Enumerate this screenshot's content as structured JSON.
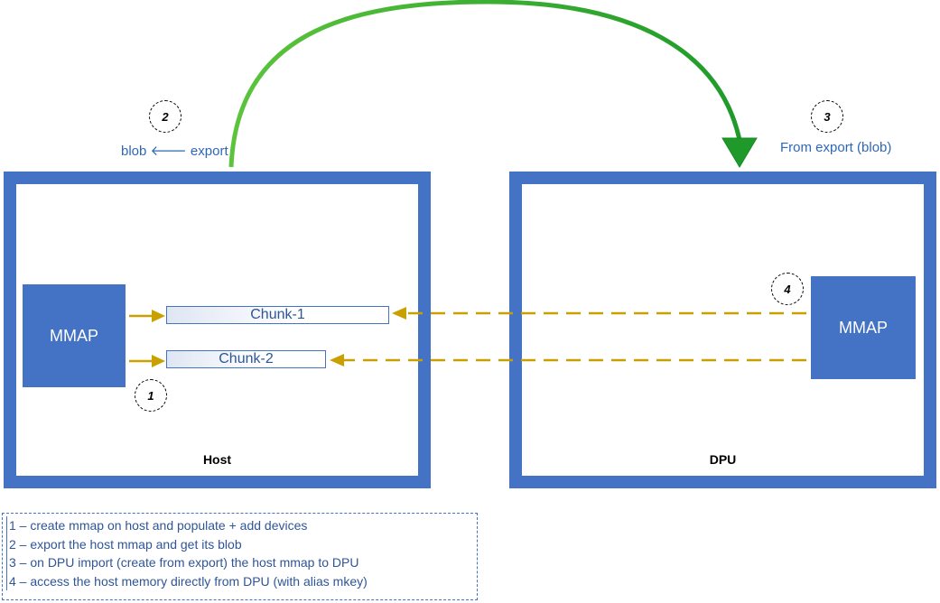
{
  "host": {
    "label": "Host",
    "mmap_label": "MMAP"
  },
  "dpu": {
    "label": "DPU",
    "mmap_label": "MMAP"
  },
  "chunks": [
    "Chunk-1",
    "Chunk-2"
  ],
  "steps": {
    "one": "1",
    "two": "2",
    "three": "3",
    "four": "4"
  },
  "captions": {
    "blob_export": "blob 🡐 export",
    "from_export": "From export (blob)"
  },
  "legend": [
    "1 – create mmap on host and populate + add devices",
    "2 – export the host mmap and get its blob",
    "3 – on DPU import (create from export) the host mmap to DPU",
    "4 – access the host memory directly from DPU (with alias mkey)"
  ],
  "colors": {
    "frame": "#4472c4",
    "text_blue": "#2f5597",
    "arrow_gold": "#c9a000",
    "arrow_green": "#2aa32a"
  }
}
